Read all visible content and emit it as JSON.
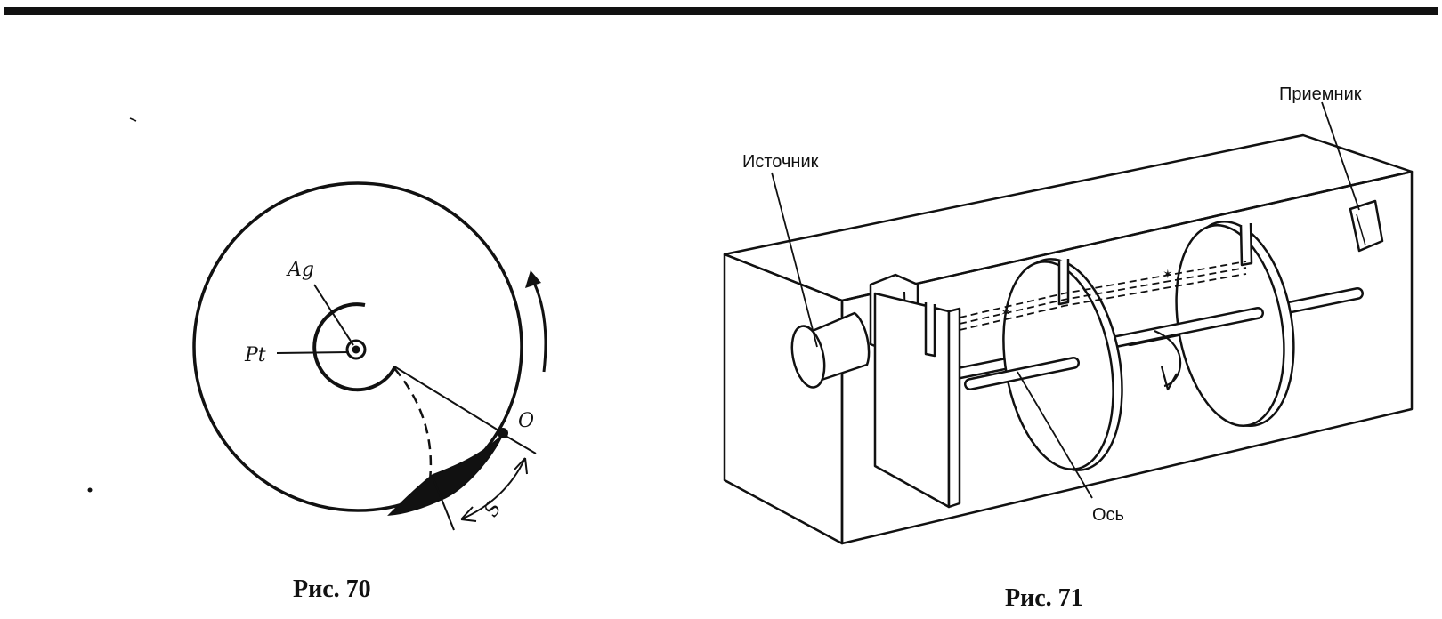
{
  "fig70": {
    "caption": "Рис.  70",
    "labels": {
      "ag": "Ag",
      "pt": "Pt",
      "o": "O",
      "s": "S"
    }
  },
  "fig71": {
    "caption": "Рис.  71",
    "labels": {
      "source": "Источник",
      "receiver": "Приемник",
      "axis": "Ось"
    }
  },
  "colors": {
    "ink": "#111111",
    "background": "#ffffff"
  }
}
